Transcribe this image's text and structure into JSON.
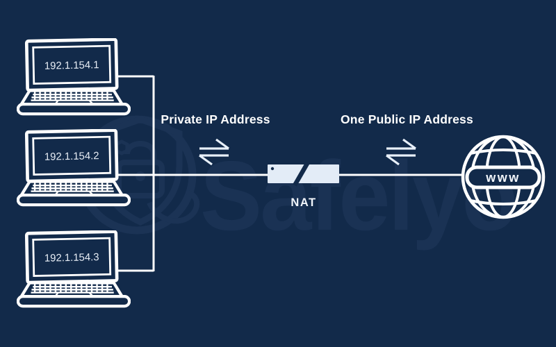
{
  "colors": {
    "background": "#122A4A",
    "line_white": "#FFFFFF",
    "nat_box_fill": "#E3ECF7",
    "arrow_light": "#E8F0FA",
    "watermark": "#1B3355",
    "watermark_text": "#1A3254",
    "screen_text": "#E7EDF5"
  },
  "diagram": {
    "left_flow_label": "Private IP Address",
    "right_flow_label": "One Public IP Address",
    "nat_label": "NAT",
    "globe_label": "www",
    "laptops": [
      {
        "ip": "192.1.154.1"
      },
      {
        "ip": "192.1.154.2"
      },
      {
        "ip": "192.1.154.3"
      }
    ],
    "watermark_text": "Safelyo"
  },
  "icons": {
    "laptop": "laptop-icon",
    "nat": "nat-router-icon",
    "globe": "globe-www-icon",
    "exchange_arrows": "exchange-arrows-icon",
    "watermark_shield": "shield-lock-watermark-icon"
  }
}
